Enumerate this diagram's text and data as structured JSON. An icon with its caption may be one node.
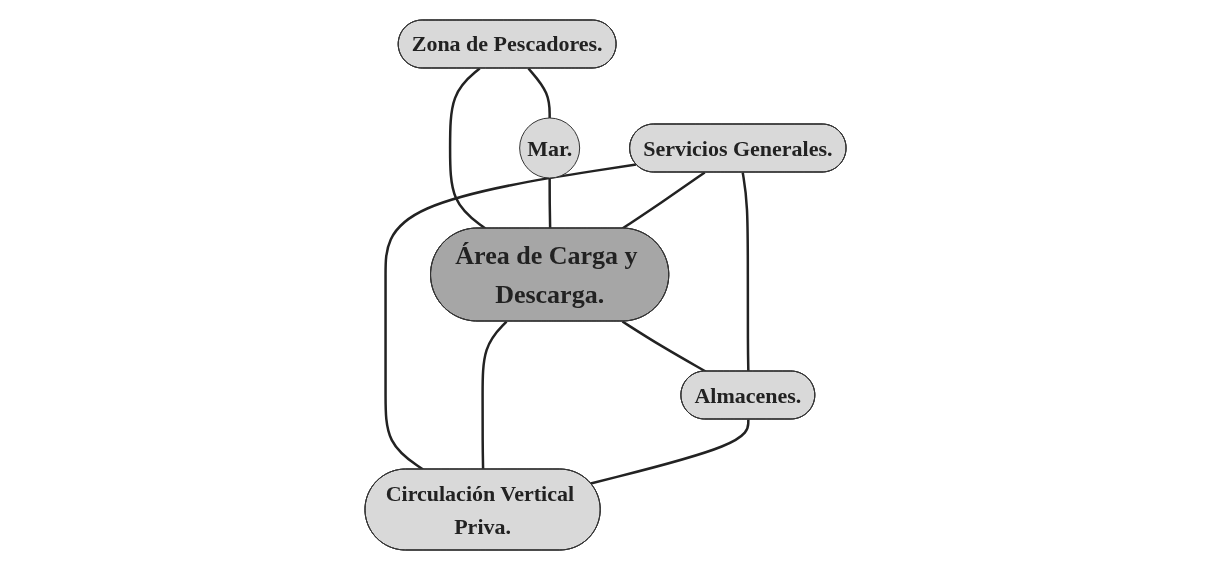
{
  "diagram": {
    "nodes": [
      {
        "text": [
          "Mar."
        ]
      },
      {
        "text": [
          "Zona de Pescadores."
        ]
      },
      {
        "text": [
          "Servicios Generales."
        ]
      },
      {
        "text": [
          "Área de Carga y Descarga."
        ]
      },
      {
        "text": [
          "Almacenes."
        ]
      },
      {
        "text": [
          "Circulación Vertical Priva."
        ]
      }
    ],
    "edges": [
      {
        "from": 1,
        "to": 0,
        "arrow": "none"
      },
      {
        "from": 1,
        "to": 3,
        "arrow": "none"
      },
      {
        "from": 0,
        "to": 3,
        "arrow": "none"
      },
      {
        "from": 2,
        "to": 3,
        "arrow": "none"
      },
      {
        "from": 3,
        "to": 4,
        "arrow": "none"
      },
      {
        "from": 2,
        "to": 4,
        "arrow": "none"
      },
      {
        "from": 2,
        "to": 5,
        "arrow": "none"
      },
      {
        "from": 3,
        "to": 5,
        "arrow": "none"
      },
      {
        "from": 4,
        "to": 5,
        "arrow": "none"
      }
    ]
  }
}
